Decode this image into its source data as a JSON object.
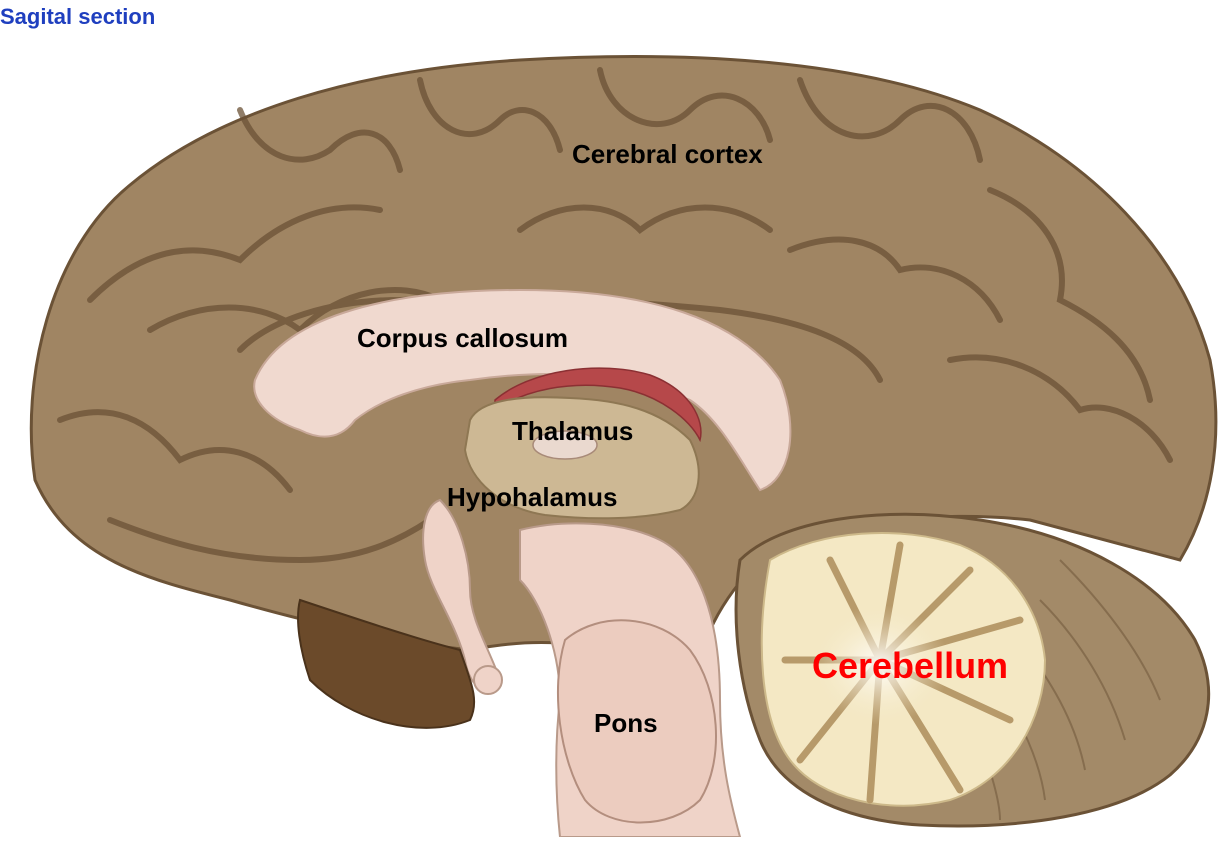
{
  "title": "Sagital section",
  "colors": {
    "title": "#1f3fbf",
    "cortex": "#a08563",
    "cortex_dark": "#6b5236",
    "white_matter": "#f0d9cf",
    "thalamus": "#cdb894",
    "fornix_band": "#b6484a",
    "cerebellum": "#a38a68",
    "arbor_vitae": "#f4e8c4",
    "highlight_label": "#ff0000"
  },
  "labels": {
    "cerebral_cortex": "Cerebral cortex",
    "corpus_callosum": "Corpus callosum",
    "thalamus": "Thalamus",
    "hypothalamus": "Hypohalamus",
    "cerebellum": "Cerebellum",
    "pons": "Pons"
  }
}
